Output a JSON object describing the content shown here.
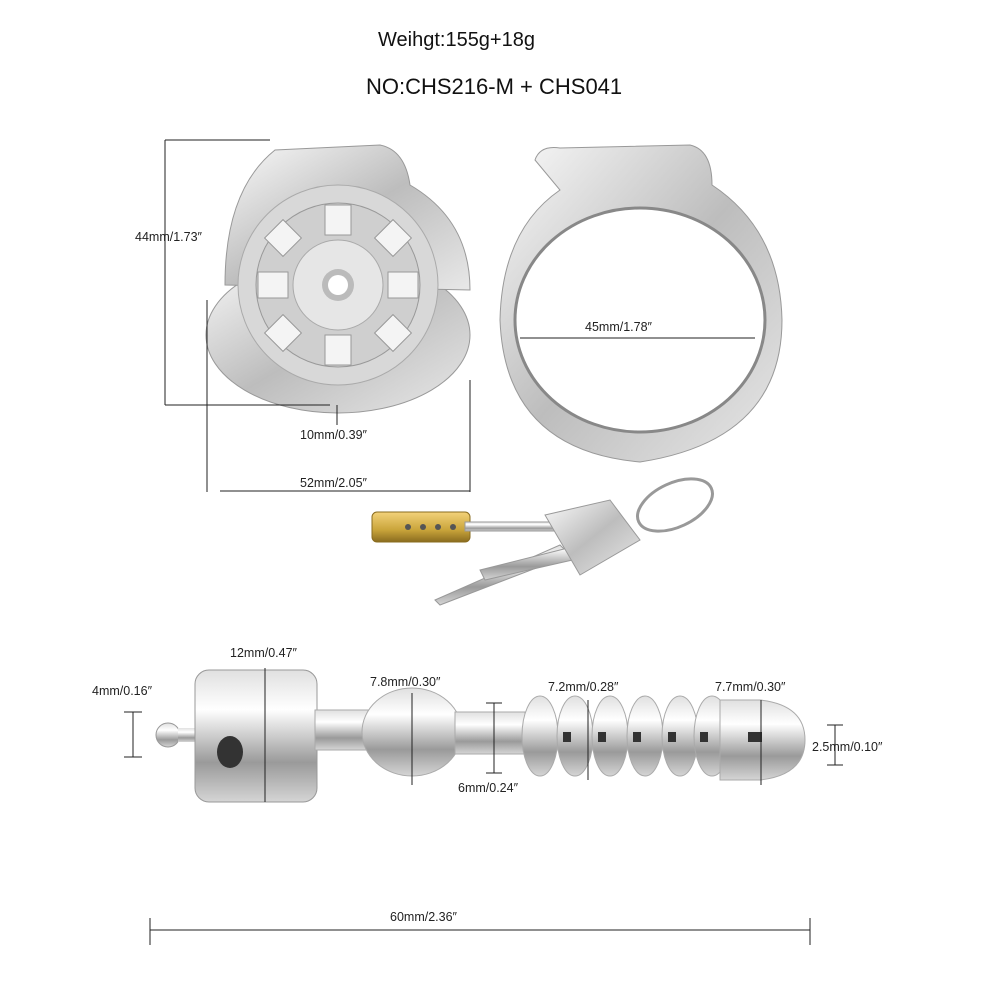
{
  "header": {
    "weight": "Weihgt:155g+18g",
    "model": "NO:CHS216-M + CHS041"
  },
  "dimensions": {
    "cage_height": "44mm/1.73″",
    "ring_diameter": "45mm/1.78″",
    "cage_depth": "10mm/0.39″",
    "cage_width": "52mm/2.05″",
    "plug_head": "12mm/0.47″",
    "tip_ball": "4mm/0.16″",
    "bulb": "7.8mm/0.30″",
    "neck": "6mm/0.24″",
    "beads": "7.2mm/0.28″",
    "end_bulb": "7.7mm/0.30″",
    "hole": "2.5mm/0.10″",
    "total_length": "60mm/2.36″"
  },
  "colors": {
    "metal_light": "#f2f2f2",
    "metal_dark": "#8a8a8a",
    "brass": "#c9a43a"
  }
}
